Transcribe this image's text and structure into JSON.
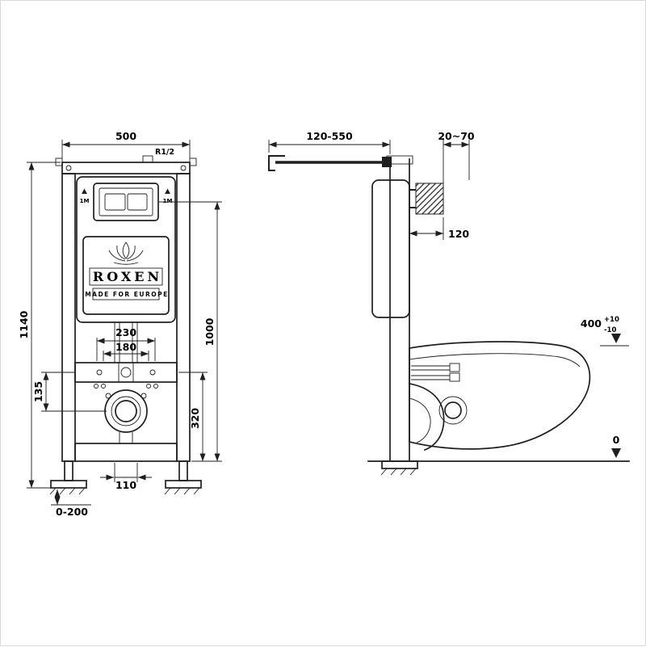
{
  "drawing": {
    "front_view": {
      "labels": {
        "inlet": "R1/2",
        "mark_left": "1M",
        "mark_right": "1M",
        "brand": "ROXEN",
        "tagline": "MADE FOR EUROPE"
      },
      "dims": {
        "frame_width": "500",
        "frame_height": "1140",
        "flush_center_height": "1000",
        "fixing_width_outer": "230",
        "fixing_width_inner": "180",
        "drain_offset": "135",
        "drain_height": "320",
        "drain_pipe_width": "110",
        "foot_adjustment": "0-200"
      }
    },
    "side_view": {
      "dims": {
        "rod_length_range": "120-550",
        "wall_distance_range": "20~70",
        "cistern_depth": "120",
        "bowl_height": "400",
        "bowl_height_tol_plus": "+10",
        "bowl_height_tol_minus": "-10",
        "floor_level": "0"
      }
    },
    "colors": {
      "line": "#1f1f1f",
      "background": "#ffffff",
      "border": "#d8d8d8"
    }
  }
}
